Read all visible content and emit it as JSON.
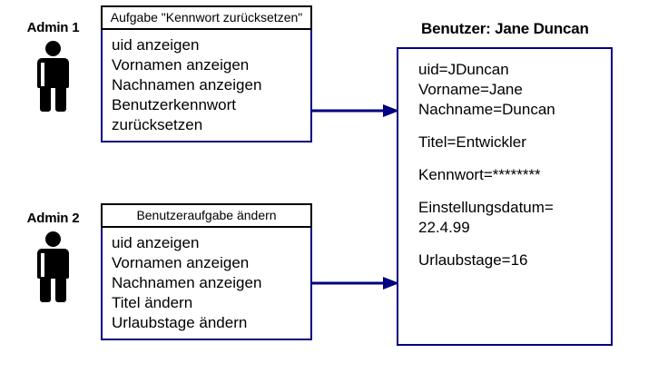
{
  "diagram": {
    "type": "role-based-access-diagram",
    "accent_color": "#000080",
    "text_color": "#000000",
    "background": "#ffffff"
  },
  "actors": [
    {
      "label": "Admin 1",
      "icon": "person-icon"
    },
    {
      "label": "Admin 2",
      "icon": "person-icon"
    }
  ],
  "tasks": [
    {
      "header": "Aufgabe\n\"Kennwort zurücksetzen\"",
      "items": [
        "uid anzeigen",
        "Vornamen anzeigen",
        "Nachnamen anzeigen",
        "Benutzerkennwort\nzurücksetzen"
      ]
    },
    {
      "header": "Benutzeraufgabe ändern",
      "items": [
        "uid anzeigen",
        "Vornamen anzeigen",
        "Nachnamen anzeigen",
        "Titel ändern",
        "Urlaubstage ändern"
      ]
    }
  ],
  "user_object": {
    "title": "Benutzer: Jane Duncan",
    "attributes": [
      "uid=JDuncan",
      "Vorname=Jane",
      "Nachname=Duncan",
      "",
      "Titel=Entwickler",
      "",
      "Kennwort=********",
      "",
      "Einstellungsdatum=",
      "22.4.99",
      "",
      "Urlaubstage=16"
    ]
  },
  "arrows": [
    {
      "name": "arrow-task1-to-user",
      "direction": "right"
    },
    {
      "name": "arrow-task2-to-user",
      "direction": "right"
    }
  ]
}
